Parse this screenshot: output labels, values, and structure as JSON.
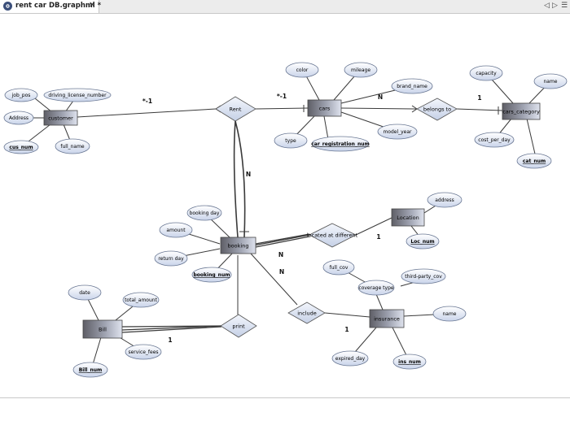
{
  "tab": {
    "title": "rent car DB.graphml",
    "modified_marker": "*",
    "close_glyph": "✕",
    "icon": "graph-app-icon"
  },
  "window_controls": {
    "prev_glyph": "◁",
    "next_glyph": "▷",
    "menu_glyph": "☰"
  },
  "diagram": {
    "entities": [
      {
        "id": "customer",
        "label": "customer"
      },
      {
        "id": "cars",
        "label": "cars"
      },
      {
        "id": "cars_category",
        "label": "cars_category"
      },
      {
        "id": "booking",
        "label": "booking"
      },
      {
        "id": "location",
        "label": "Location"
      },
      {
        "id": "insurance",
        "label": "insurance"
      },
      {
        "id": "bill",
        "label": "Bill"
      }
    ],
    "relationships": [
      {
        "id": "rent",
        "label": "Rent"
      },
      {
        "id": "belongs_to",
        "label": "belongs to"
      },
      {
        "id": "located_at",
        "label": "located at different"
      },
      {
        "id": "include",
        "label": "include"
      },
      {
        "id": "print",
        "label": "print"
      }
    ],
    "attributes": [
      {
        "id": "job_pos",
        "label": "job_pos",
        "key": false
      },
      {
        "id": "driving_license_number",
        "label": "driving_license_number",
        "key": false
      },
      {
        "id": "address_c",
        "label": "Address",
        "key": false
      },
      {
        "id": "cus_num",
        "label": "cus_num",
        "key": true
      },
      {
        "id": "full_name_c",
        "label": "full_name",
        "key": false
      },
      {
        "id": "color",
        "label": "color",
        "key": false
      },
      {
        "id": "mileage",
        "label": "mileage",
        "key": false
      },
      {
        "id": "brand_name",
        "label": "brand_name",
        "key": false
      },
      {
        "id": "type",
        "label": "type",
        "key": false
      },
      {
        "id": "car_registration_num",
        "label": "car_registration_num",
        "key": true
      },
      {
        "id": "model_year",
        "label": "model_year",
        "key": false
      },
      {
        "id": "capacity",
        "label": "capacity",
        "key": false
      },
      {
        "id": "name_cat",
        "label": "name",
        "key": false
      },
      {
        "id": "cost_per_day",
        "label": "cost_per_day",
        "key": false
      },
      {
        "id": "cat_num",
        "label": "cat_num",
        "key": true
      },
      {
        "id": "booking_day",
        "label": "booking day",
        "key": false
      },
      {
        "id": "amount",
        "label": "amount",
        "key": false
      },
      {
        "id": "return_day",
        "label": "return day",
        "key": false
      },
      {
        "id": "booking_num",
        "label": "booking_num",
        "key": true
      },
      {
        "id": "address_l",
        "label": "address",
        "key": false
      },
      {
        "id": "loc_num",
        "label": "Loc_num",
        "key": true
      },
      {
        "id": "full_cov",
        "label": "full_cov",
        "key": false
      },
      {
        "id": "coverage_type",
        "label": "coverage type",
        "key": false
      },
      {
        "id": "third_party_cov",
        "label": "third-party_cov",
        "key": false
      },
      {
        "id": "name_ins",
        "label": "name",
        "key": false
      },
      {
        "id": "expired_day",
        "label": "expired_day",
        "key": false
      },
      {
        "id": "ins_num",
        "label": "ins_num",
        "key": true
      },
      {
        "id": "date",
        "label": "date",
        "key": false
      },
      {
        "id": "total_amount",
        "label": "total_amount",
        "key": false
      },
      {
        "id": "service_fees",
        "label": "service_fees",
        "key": false
      },
      {
        "id": "bill_num",
        "label": "Bill_num",
        "key": true
      }
    ],
    "cardinalities": [
      {
        "id": "card_customer_rent",
        "label": "*-1"
      },
      {
        "id": "card_rent_cars",
        "label": "*-1"
      },
      {
        "id": "card_cars_n",
        "label": "N"
      },
      {
        "id": "card_belongs_1",
        "label": "1"
      },
      {
        "id": "card_rent_booking_n",
        "label": "N"
      },
      {
        "id": "card_location_1",
        "label": "1"
      },
      {
        "id": "card_booking_n1",
        "label": "N"
      },
      {
        "id": "card_booking_n2",
        "label": "N"
      },
      {
        "id": "card_insurance_1",
        "label": "1"
      },
      {
        "id": "card_bill_1",
        "label": "1"
      }
    ]
  }
}
